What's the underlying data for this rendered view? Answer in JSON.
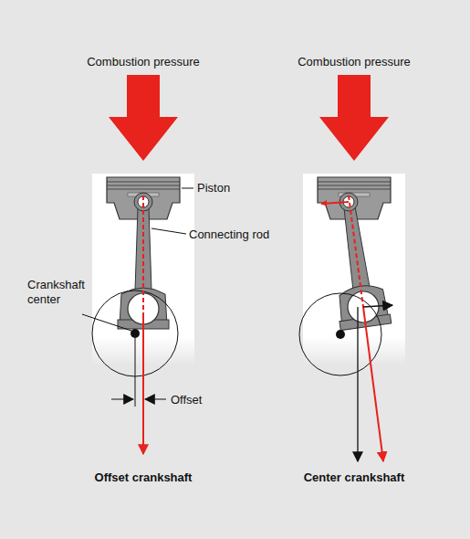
{
  "diagram": {
    "labels": [
      "Combustion pressure",
      "Combustion pressure",
      "Piston",
      "Connecting rod",
      "Crankshaft center",
      "Offset",
      "Offset crankshaft",
      "Center crankshaft"
    ]
  }
}
